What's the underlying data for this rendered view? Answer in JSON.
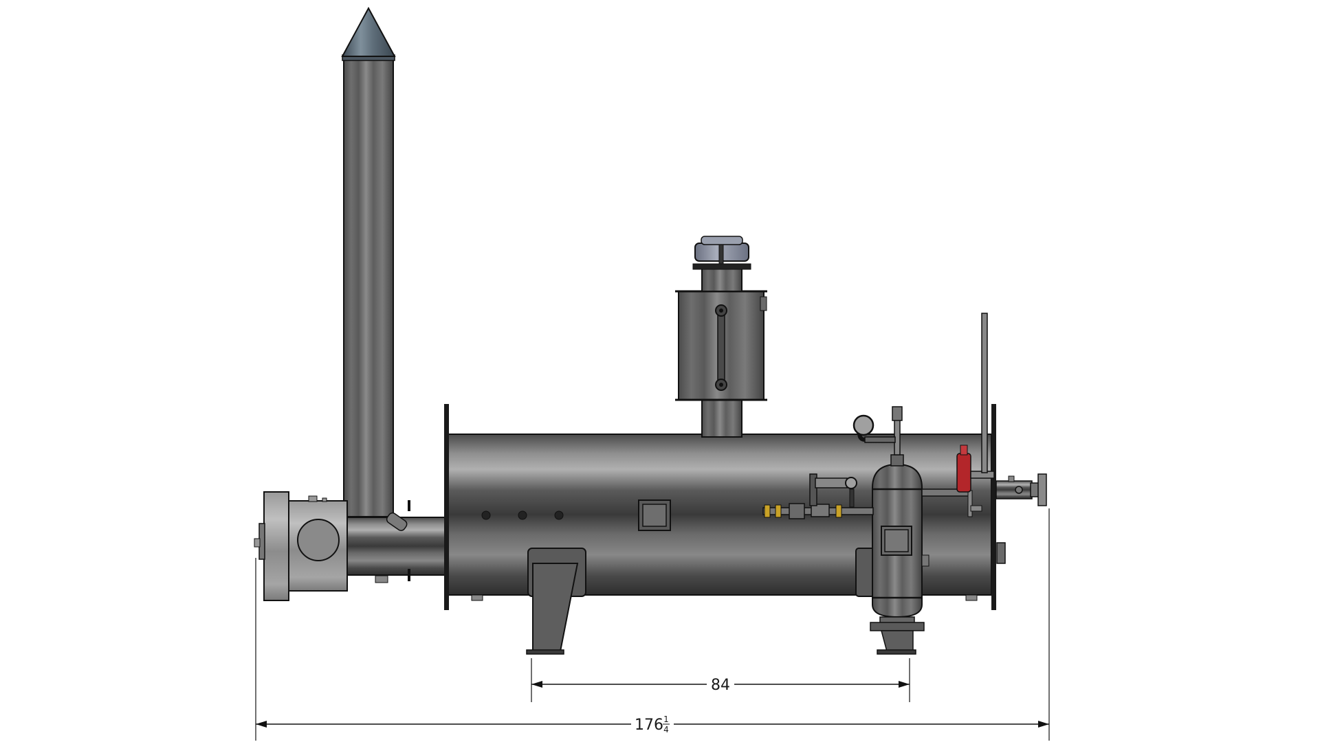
{
  "drawing": {
    "title": "Boiler assembly side elevation",
    "view": "side-elevation",
    "units": "in"
  },
  "dimensions": {
    "leg_spacing": {
      "label": "84",
      "value": 84
    },
    "overall_length": {
      "label_whole": "176",
      "label_num": "1",
      "label_den": "4",
      "value": 176.25
    }
  },
  "components": {
    "exhaust_stack": "Exhaust stack with conical rain cap",
    "burner": "Burner housing with flange",
    "shell": "Horizontal boiler shell",
    "top_tank": "Vertical tank with sight glass and vent cap",
    "separator": "Vertical separator vessel with trim piping",
    "safety_valve": "Safety relief valve (red)",
    "pressure_gauge": "Pressure gauge",
    "outlet_nozzle": "Flanged outlet nozzle",
    "saddles": [
      "Left saddle support",
      "Right saddle support"
    ]
  },
  "colors": {
    "metal_dark": "#3c3c3c",
    "metal_mid": "#6e6e6e",
    "metal_light": "#a8a8a8",
    "cap_blue": "#7d8493",
    "cone_blue": "#5b6b78",
    "valve_red": "#b3262a",
    "brass": "#c9a227",
    "line": "#111111"
  }
}
